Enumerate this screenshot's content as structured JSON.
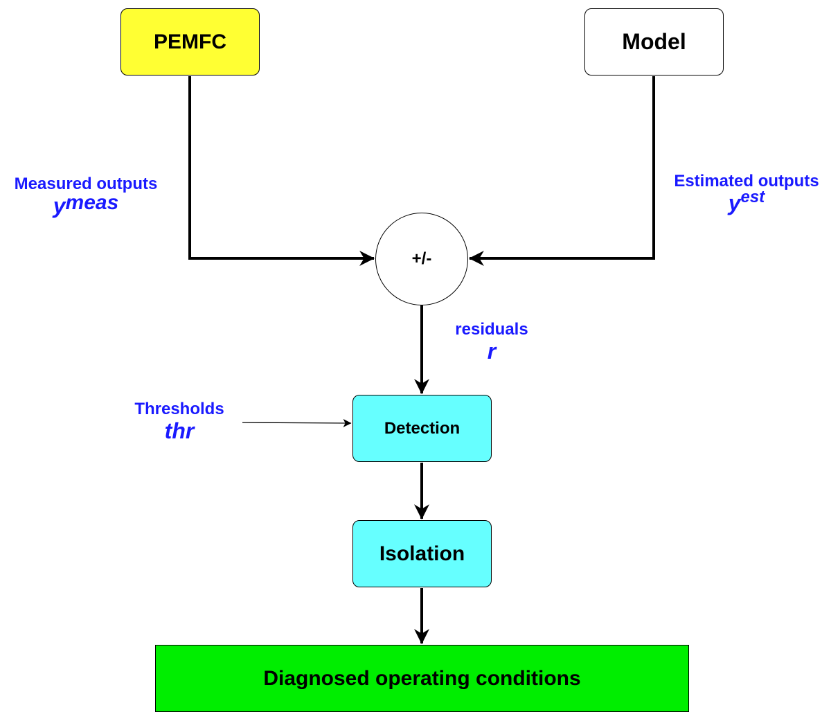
{
  "colors": {
    "pemfc_fill": "#ffff33",
    "model_fill": "#ffffff",
    "process_fill": "#66ffff",
    "output_fill": "#00ee00",
    "signal_text": "#1a1aff",
    "line": "#000000"
  },
  "blocks": {
    "pemfc": "PEMFC",
    "model": "Model",
    "sum": "+/-",
    "detection": "Detection",
    "isolation": "Isolation",
    "output": "Diagnosed operating conditions"
  },
  "signals": {
    "measured": {
      "name": "Measured outputs",
      "symbol": "y",
      "superscript": "meas"
    },
    "estimated": {
      "name": "Estimated outputs",
      "symbol": "y",
      "superscript": "est"
    },
    "residuals": {
      "name": "residuals",
      "symbol": "r"
    },
    "thresholds": {
      "name": "Thresholds",
      "symbol": "thr"
    }
  }
}
